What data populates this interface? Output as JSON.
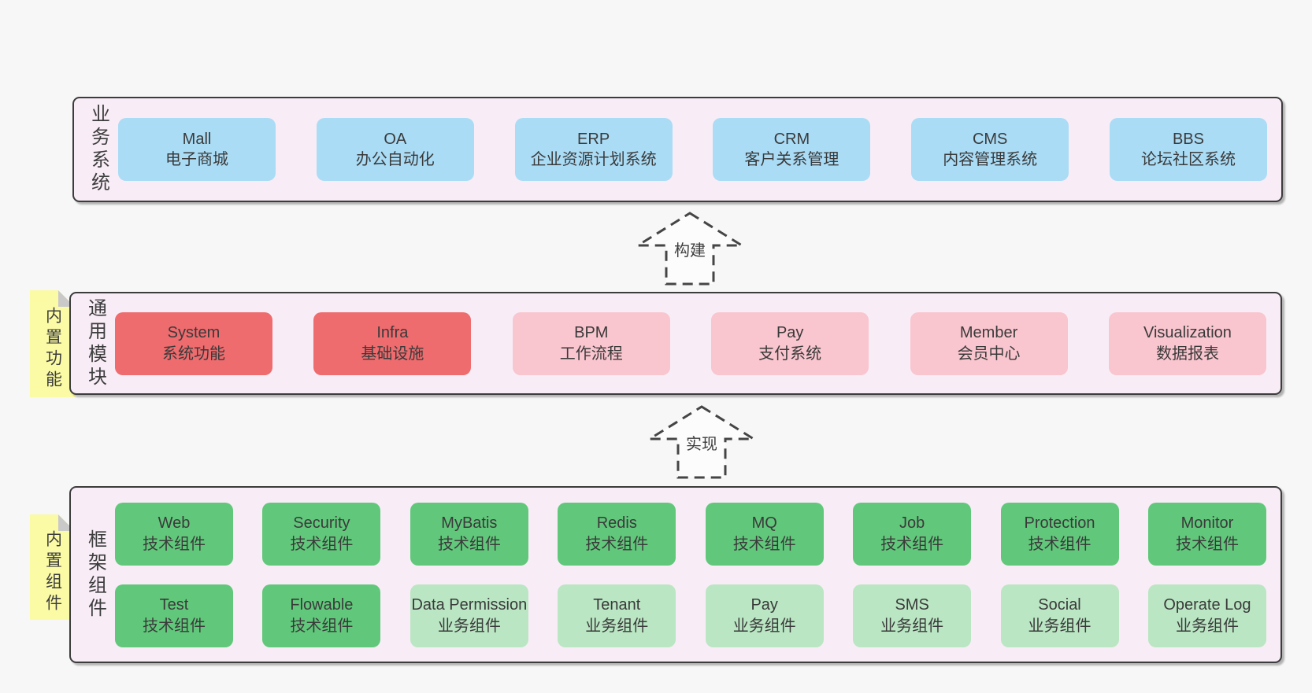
{
  "colors": {
    "page_bg": "#f7f7f7",
    "band_bg": "#f8edf6",
    "band_border": "#3c3c3c",
    "blue_box": "#aadcf6",
    "red_box": "#ee6b6e",
    "pink_box": "#f9c5ce",
    "green_box": "#61c87b",
    "light_green_box": "#bae6c3",
    "sticky_bg": "#fbfba6",
    "sticky_fold": "#c9c9c9",
    "text": "#3d3d3d"
  },
  "arrows": [
    {
      "label": "构建"
    },
    {
      "label": "实现"
    }
  ],
  "stickies": [
    {
      "label": "内置功能"
    },
    {
      "label": "内置组件"
    }
  ],
  "bands": [
    {
      "label": "业务系统",
      "boxes": [
        {
          "name": "Mall",
          "subtitle": "电子商城",
          "variant": "blue"
        },
        {
          "name": "OA",
          "subtitle": "办公自动化",
          "variant": "blue"
        },
        {
          "name": "ERP",
          "subtitle": "企业资源计划系统",
          "variant": "blue"
        },
        {
          "name": "CRM",
          "subtitle": "客户关系管理",
          "variant": "blue"
        },
        {
          "name": "CMS",
          "subtitle": "内容管理系统",
          "variant": "blue"
        },
        {
          "name": "BBS",
          "subtitle": "论坛社区系统",
          "variant": "blue"
        }
      ]
    },
    {
      "label": "通用模块",
      "boxes": [
        {
          "name": "System",
          "subtitle": "系统功能",
          "variant": "red"
        },
        {
          "name": "Infra",
          "subtitle": "基础设施",
          "variant": "red"
        },
        {
          "name": "BPM",
          "subtitle": "工作流程",
          "variant": "pink"
        },
        {
          "name": "Pay",
          "subtitle": "支付系统",
          "variant": "pink"
        },
        {
          "name": "Member",
          "subtitle": "会员中心",
          "variant": "pink"
        },
        {
          "name": "Visualization",
          "subtitle": "数据报表",
          "variant": "pink"
        }
      ]
    },
    {
      "label": "框架组件",
      "rows": [
        [
          {
            "name": "Web",
            "subtitle": "技术组件",
            "variant": "green"
          },
          {
            "name": "Security",
            "subtitle": "技术组件",
            "variant": "green"
          },
          {
            "name": "MyBatis",
            "subtitle": "技术组件",
            "variant": "green"
          },
          {
            "name": "Redis",
            "subtitle": "技术组件",
            "variant": "green"
          },
          {
            "name": "MQ",
            "subtitle": "技术组件",
            "variant": "green"
          },
          {
            "name": "Job",
            "subtitle": "技术组件",
            "variant": "green"
          },
          {
            "name": "Protection",
            "subtitle": "技术组件",
            "variant": "green"
          },
          {
            "name": "Monitor",
            "subtitle": "技术组件",
            "variant": "green"
          }
        ],
        [
          {
            "name": "Test",
            "subtitle": "技术组件",
            "variant": "green"
          },
          {
            "name": "Flowable",
            "subtitle": "技术组件",
            "variant": "green"
          },
          {
            "name": "Data Permission",
            "subtitle": "业务组件",
            "variant": "lightgreen"
          },
          {
            "name": "Tenant",
            "subtitle": "业务组件",
            "variant": "lightgreen"
          },
          {
            "name": "Pay",
            "subtitle": "业务组件",
            "variant": "lightgreen"
          },
          {
            "name": "SMS",
            "subtitle": "业务组件",
            "variant": "lightgreen"
          },
          {
            "name": "Social",
            "subtitle": "业务组件",
            "variant": "lightgreen"
          },
          {
            "name": "Operate Log",
            "subtitle": "业务组件",
            "variant": "lightgreen"
          }
        ]
      ]
    }
  ]
}
